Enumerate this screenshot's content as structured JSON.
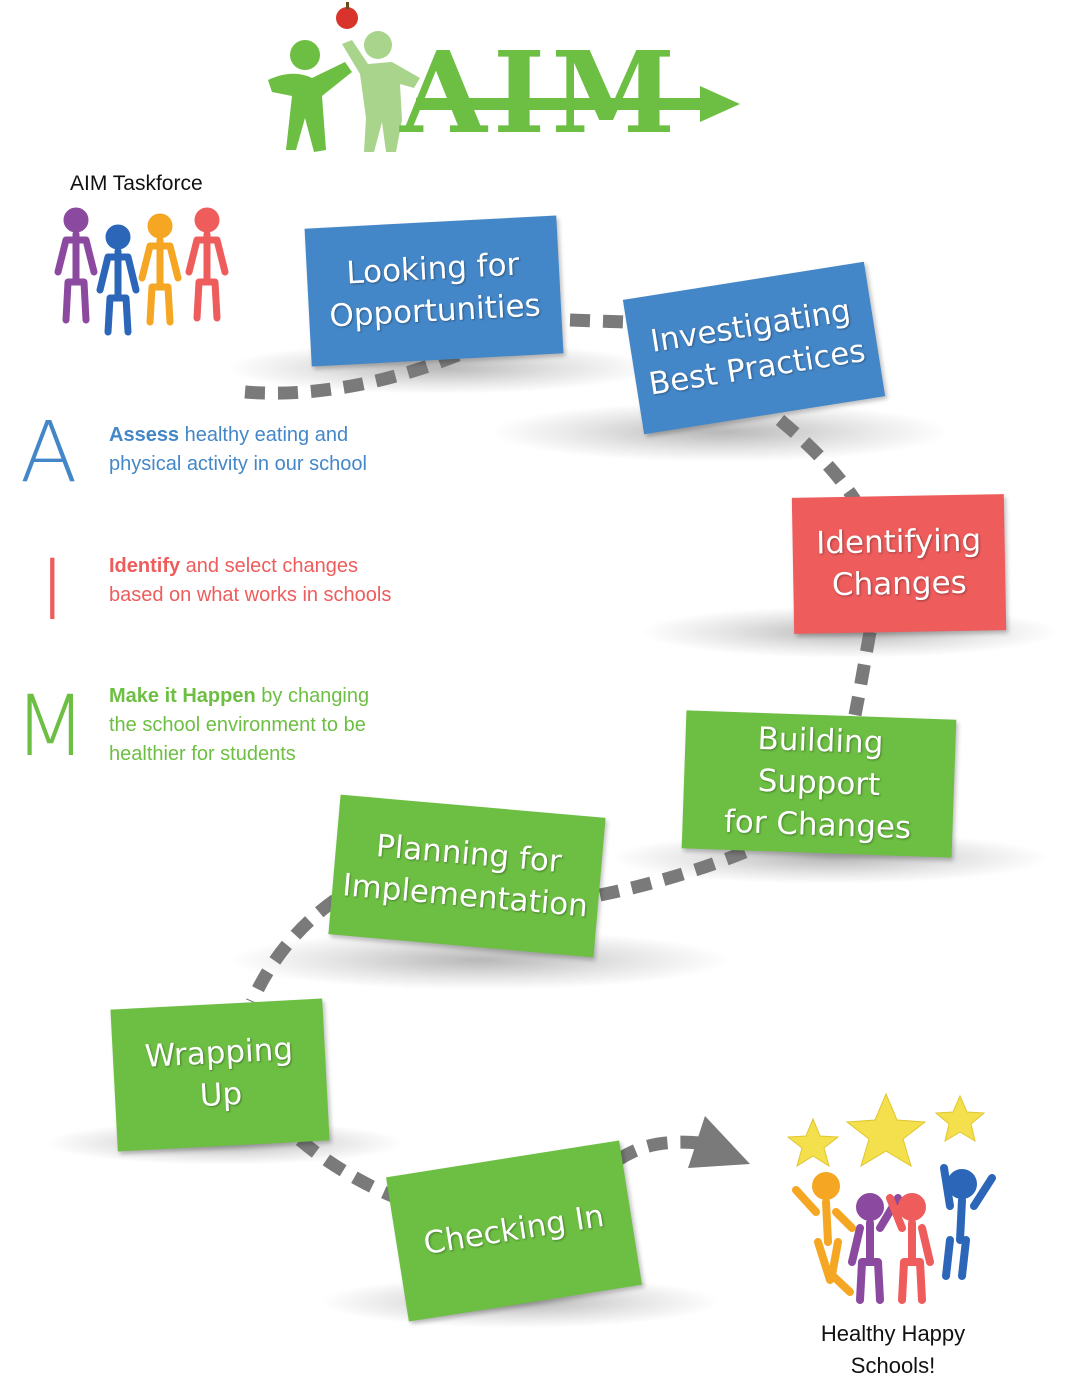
{
  "logo": {
    "text": "AIM"
  },
  "colors": {
    "blue": "#4487c8",
    "red": "#ee5c5c",
    "green": "#6dbf43",
    "light_green": "#a9d48c",
    "path_gray": "#7a7a7a",
    "purple": "#8b4aa0",
    "orange": "#f5a623",
    "star_yellow": "#f4df4c"
  },
  "taskforce": {
    "label": "AIM Taskforce"
  },
  "aim_legend": [
    {
      "letter": "A",
      "keyword": "Assess",
      "line1_rest": " healthy eating and",
      "line2": "physical activity in our school"
    },
    {
      "letter": "I",
      "keyword": "Identify",
      "line1_rest": " and select changes",
      "line2": "based on what works in schools"
    },
    {
      "letter": "M",
      "keyword": "Make it Happen",
      "line1_rest": " by changing",
      "line2": "the school environment to be",
      "line3": "healthier for students"
    }
  ],
  "steps": [
    {
      "line1": "Looking for",
      "line2": "Opportunities"
    },
    {
      "line1": "Investigating",
      "line2": "Best Practices"
    },
    {
      "line1": "Identifying",
      "line2": "Changes"
    },
    {
      "line1": "Building Support",
      "line2": "for Changes"
    },
    {
      "line1": "Planning for",
      "line2": "Implementation"
    },
    {
      "line1": "Wrapping",
      "line2": "Up"
    },
    {
      "line1": "Checking In",
      "line2": ""
    }
  ],
  "outcome": {
    "line1": "Healthy Happy",
    "line2": "Schools!"
  }
}
